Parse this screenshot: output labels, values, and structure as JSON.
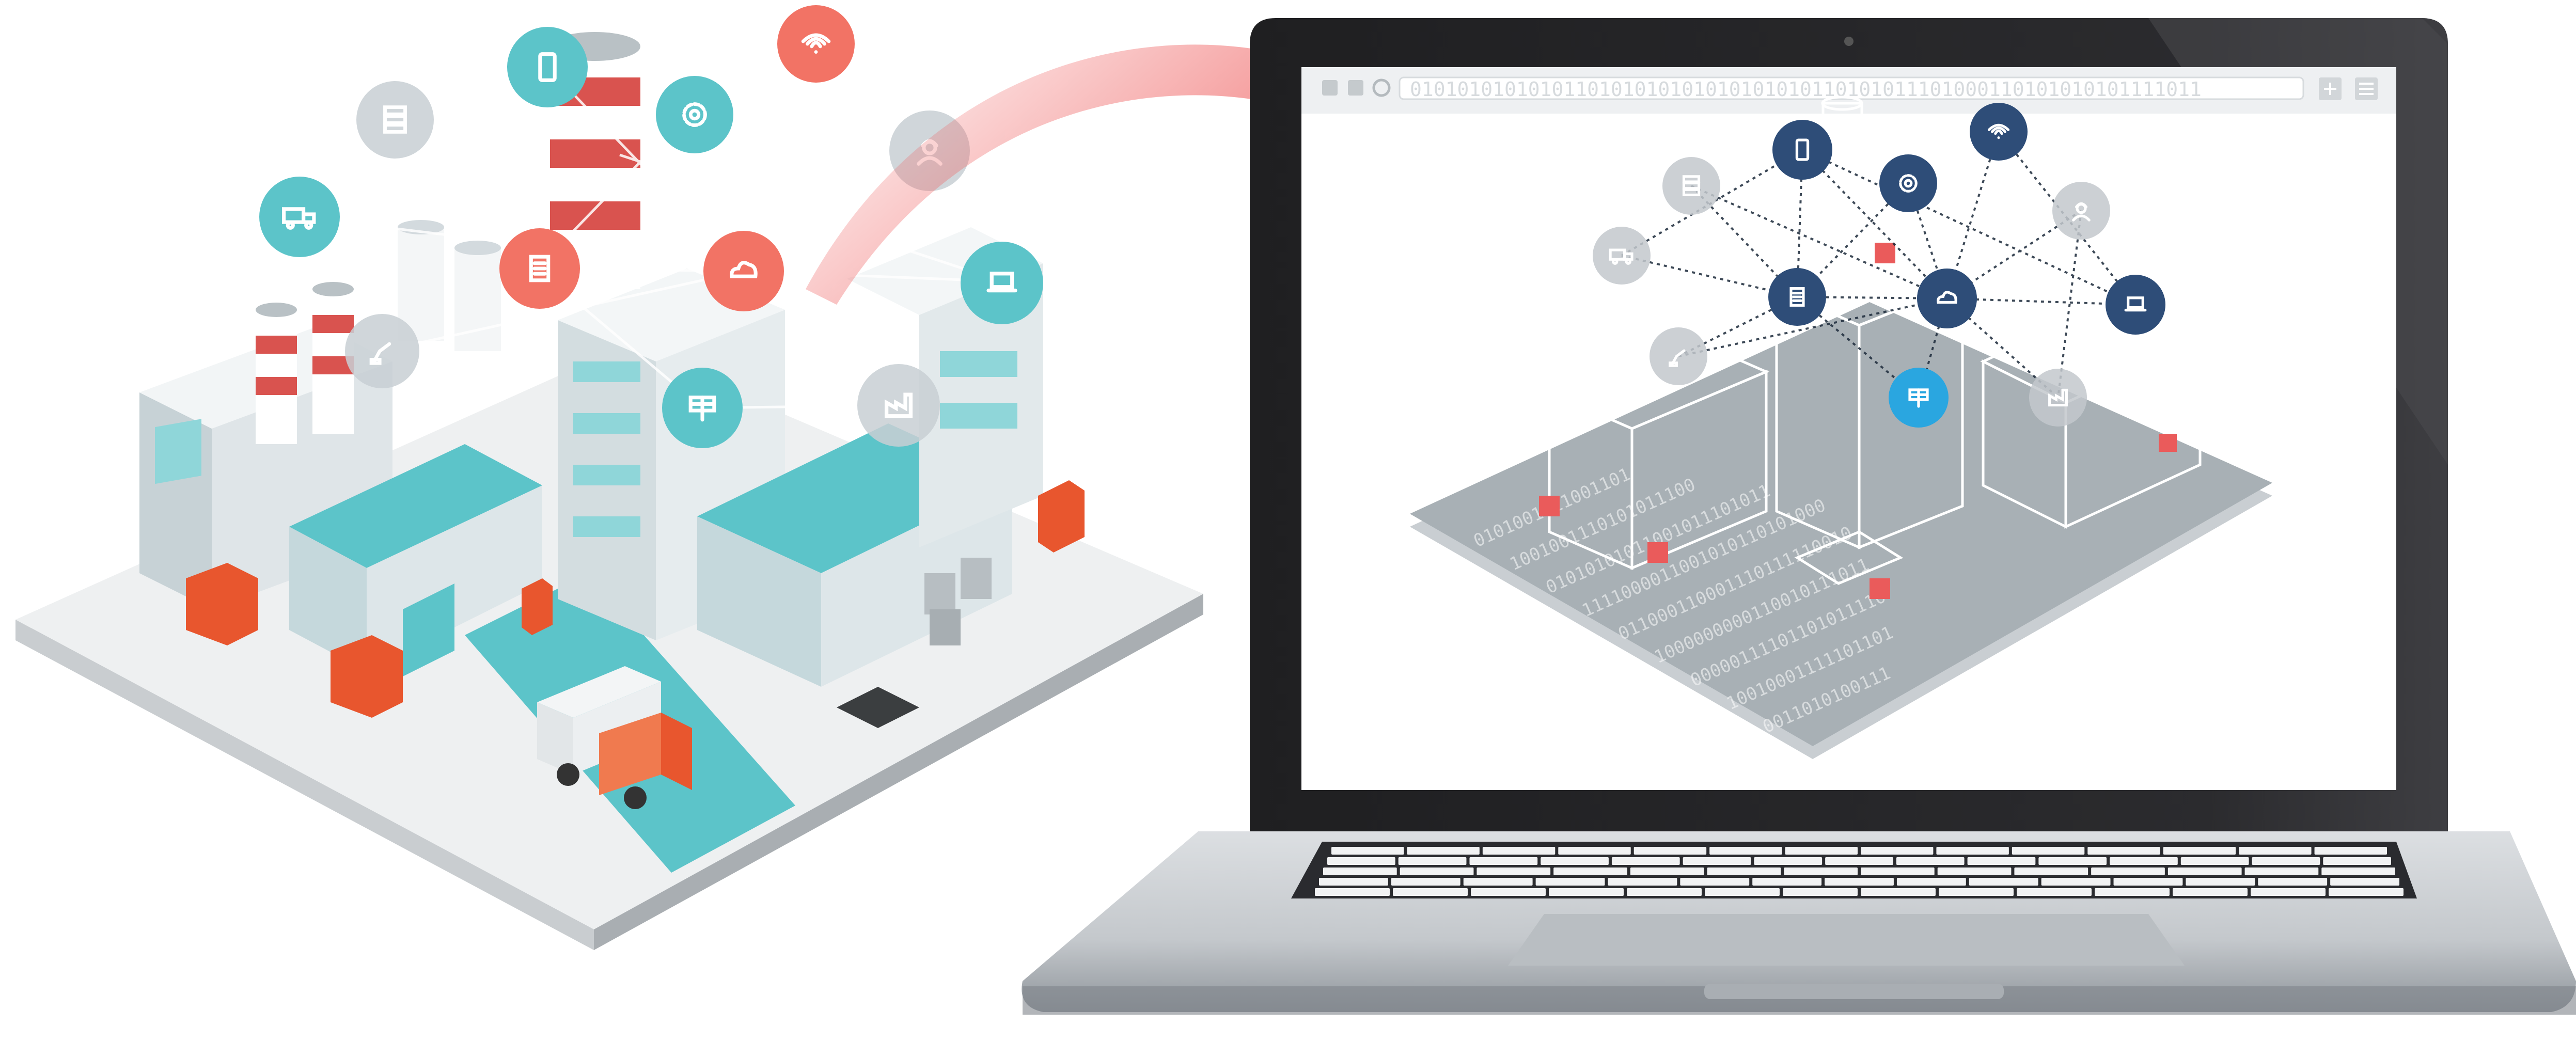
{
  "scene": {
    "physical_factory": {
      "floating_icons": [
        {
          "name": "truck-icon",
          "style": "teal"
        },
        {
          "name": "server-icon",
          "style": "grey"
        },
        {
          "name": "smartphone-icon",
          "style": "teal"
        },
        {
          "name": "gear-icon",
          "style": "teal"
        },
        {
          "name": "wifi-icon",
          "style": "coral"
        },
        {
          "name": "worker-icon",
          "style": "grey"
        },
        {
          "name": "document-icon",
          "style": "coral"
        },
        {
          "name": "cloud-icon",
          "style": "coral"
        },
        {
          "name": "laptop-icon",
          "style": "teal"
        },
        {
          "name": "robot-arm-icon",
          "style": "grey"
        },
        {
          "name": "solar-panel-icon",
          "style": "teal"
        },
        {
          "name": "factory-icon",
          "style": "grey"
        }
      ]
    },
    "transfer_arrow": {
      "name": "curved-arrow-icon",
      "color": "#ef6161"
    },
    "laptop": {
      "browser_bar_text": "0101010101010110101010101010101010110101011101000110101010101111011",
      "digital_twin": {
        "floating_icons": [
          {
            "name": "truck-icon",
            "style": "grey"
          },
          {
            "name": "server-icon",
            "style": "grey"
          },
          {
            "name": "smartphone-icon",
            "style": "navy"
          },
          {
            "name": "gear-icon",
            "style": "navy"
          },
          {
            "name": "wifi-icon",
            "style": "navy"
          },
          {
            "name": "worker-icon",
            "style": "grey"
          },
          {
            "name": "document-icon",
            "style": "navy"
          },
          {
            "name": "cloud-icon",
            "style": "navy"
          },
          {
            "name": "laptop-icon",
            "style": "navy"
          },
          {
            "name": "robot-arm-icon",
            "style": "grey"
          },
          {
            "name": "solar-panel-icon",
            "style": "blue"
          },
          {
            "name": "factory-icon",
            "style": "grey"
          }
        ],
        "binary_rows": [
          "0101001011001101",
          "1001001110101011100",
          "01010101011001011101011",
          "1111000011001010110101000",
          "011000110001110111110010",
          "1000000000110010111011",
          "00000111101101011110",
          "10010001111101101",
          "0011010100111"
        ]
      }
    },
    "colors": {
      "teal": "#5cc4c9",
      "coral": "#f27365",
      "navy": "#2e4d78",
      "blue": "#2aa6e0",
      "grey": "#c8cfd3",
      "arrow": "#ef6161",
      "orange": "#e8562e"
    }
  }
}
